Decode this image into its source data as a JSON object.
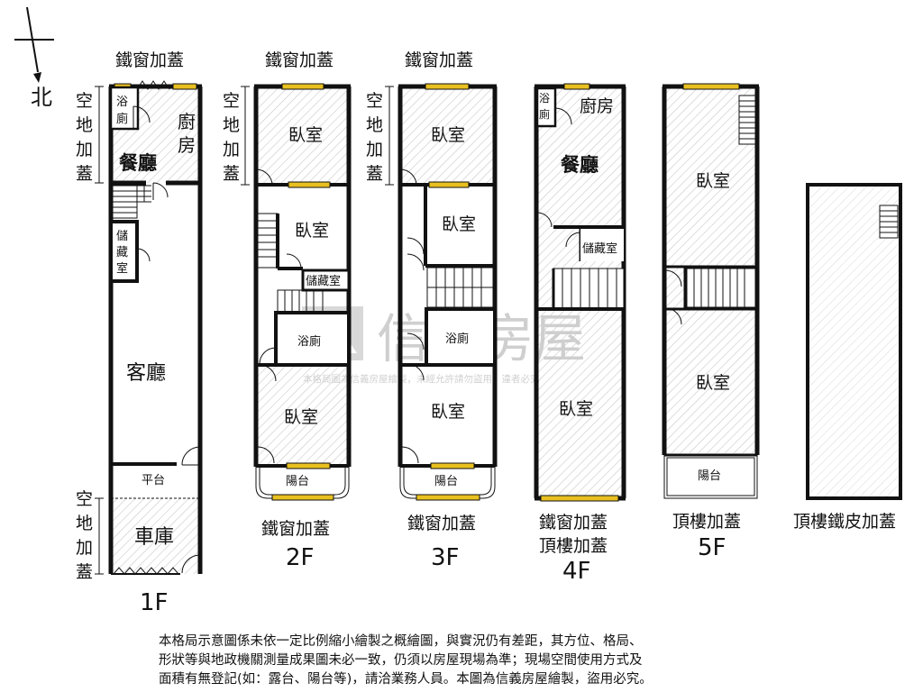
{
  "compass": {
    "north_label": "北"
  },
  "watermark": {
    "brand": "信義房屋",
    "notice": "本格局圖為信義房屋繪製，未經允許請勿盜用，違者必究"
  },
  "common": {
    "iron_window": "鐵窗加蓋",
    "vacant_addition": [
      "空",
      "地",
      "加",
      "蓋"
    ],
    "bedroom": "臥室",
    "bathroom": "浴廁",
    "storage": "儲藏室",
    "balcony": "陽台"
  },
  "floor1": {
    "label": "1F",
    "bath": [
      "浴",
      "廁"
    ],
    "kitchen": [
      "廚",
      "房"
    ],
    "dining": "餐廳",
    "storage_v": [
      "儲",
      "藏",
      "室"
    ],
    "living": "客廳",
    "platform": "平台",
    "garage": "車庫"
  },
  "floor2": {
    "label": "2F"
  },
  "floor3": {
    "label": "3F"
  },
  "floor4": {
    "label": "4F",
    "kitchen": "廚房",
    "dining": "餐廳",
    "rooftop_addition": "頂樓加蓋"
  },
  "floor5": {
    "label": "5F",
    "rooftop_addition": "頂樓加蓋"
  },
  "roof": {
    "label": "頂樓鐵皮加蓋"
  },
  "disclaimer": "本格局示意圖係未依一定比例縮小繪製之概繪圖，與實況仍有差距，其方位、格局、\n形狀等與地政機關測量成果圖未必一致，仍須以房屋現場為準；現場空間使用方式及\n面積有無登記(如：露台、陽台等)，請洽業務人員。本圖為信義房屋繪製，盜用必究。",
  "colors": {
    "wall": "#111111",
    "window": "#e8c020",
    "hatch": "#c8c8c8"
  }
}
